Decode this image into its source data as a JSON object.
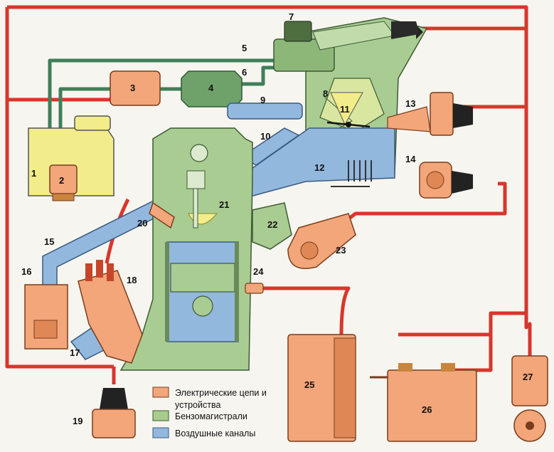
{
  "colors": {
    "electric": "#f2a67a",
    "fuel": "#a8cc8c",
    "air": "#93b8de",
    "wire_red": "#d8362c",
    "tank_fill": "#f2ec8a",
    "engine_body": "#a9cc92"
  },
  "legend": [
    {
      "label_line1": "Электрические цепи и",
      "label_line2": "устройства",
      "color_key": "electric"
    },
    {
      "label_line1": "Бензомагистрали",
      "label_line2": "",
      "color_key": "fuel"
    },
    {
      "label_line1": "Воздушные каналы",
      "label_line2": "",
      "color_key": "air"
    }
  ],
  "numbers": [
    "1",
    "2",
    "3",
    "4",
    "5",
    "6",
    "7",
    "8",
    "9",
    "10",
    "11",
    "12",
    "13",
    "14",
    "15",
    "16",
    "17",
    "18",
    "19",
    "20",
    "21",
    "22",
    "23",
    "24",
    "25",
    "26",
    "27"
  ]
}
